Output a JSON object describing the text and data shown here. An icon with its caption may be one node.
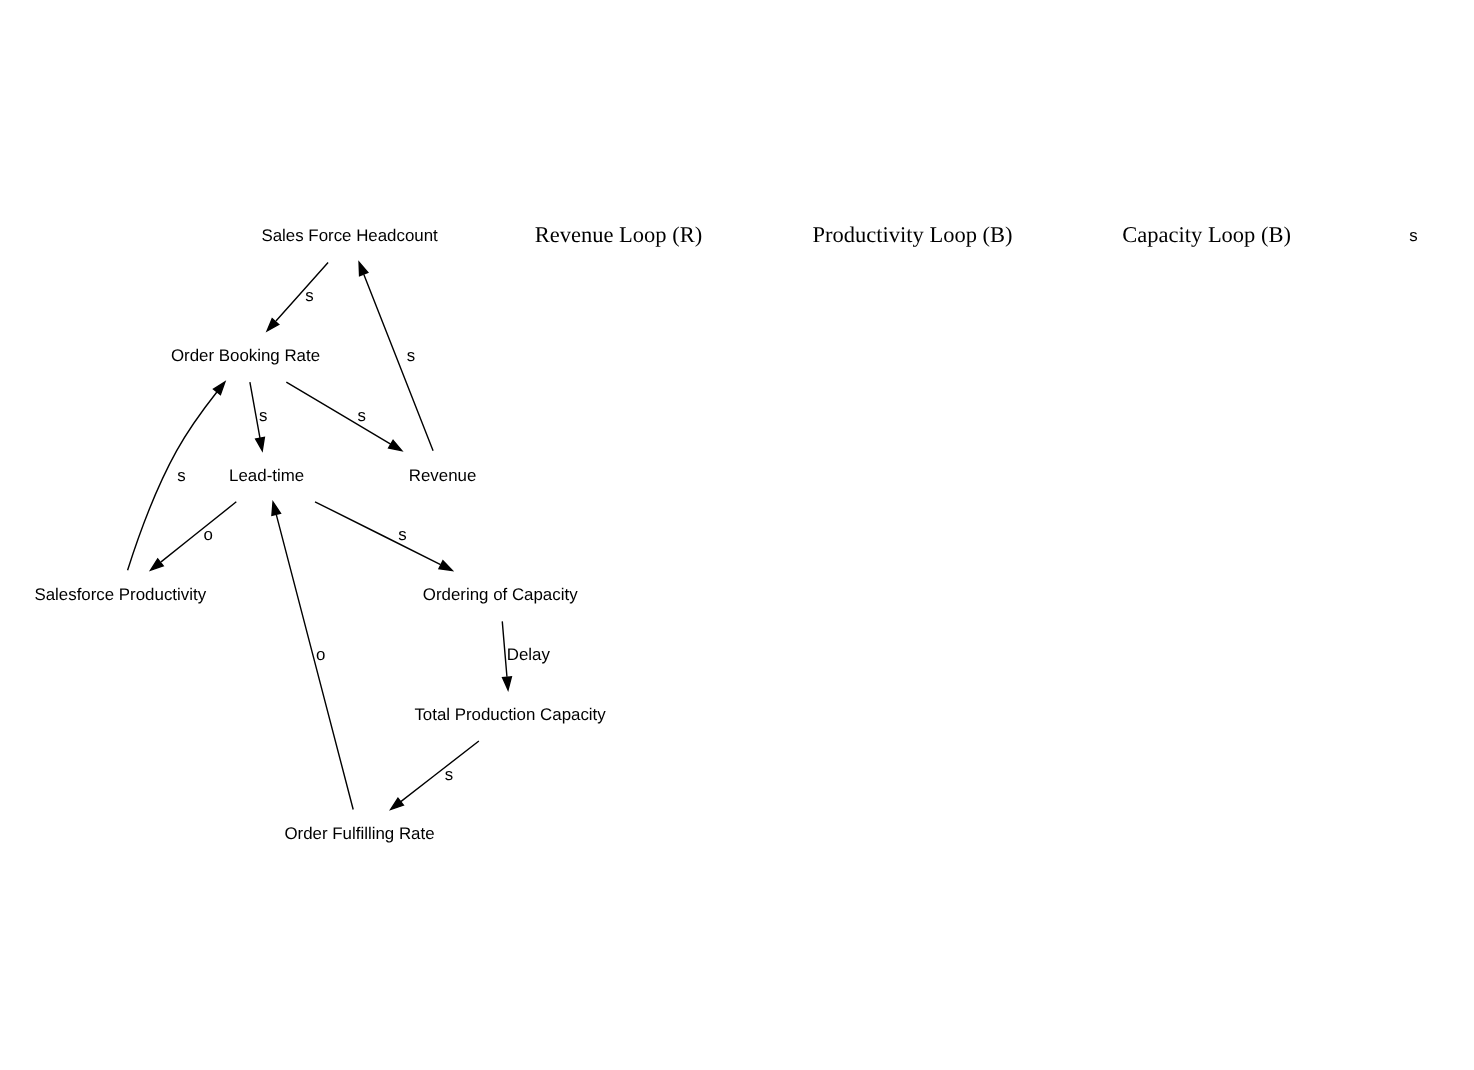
{
  "diagram": {
    "nodes": [
      {
        "text": [
          "Sales Force Headcount"
        ]
      },
      {
        "text": [
          "Salesforce Productivity"
        ]
      },
      {
        "text": [
          "Order Booking Rate"
        ]
      },
      {
        "text": [
          "Revenue"
        ]
      },
      {
        "text": [
          "Lead-time"
        ]
      },
      {
        "text": [
          "Ordering of Capacity"
        ]
      },
      {
        "text": [
          "Order Fulfilling Rate"
        ]
      },
      {
        "text": [
          "Total Production Capacity"
        ]
      }
    ],
    "edges": [
      {
        "from": 0,
        "to": 2,
        "arrow": "to",
        "label": "s"
      },
      {
        "from": 1,
        "to": 2,
        "arrow": "to",
        "label": "s"
      },
      {
        "from": 2,
        "to": 3,
        "arrow": "to",
        "label": "s"
      },
      {
        "from": 3,
        "to": 0,
        "arrow": "to",
        "label": "s"
      },
      {
        "from": 2,
        "to": 4,
        "arrow": "to",
        "label": "s"
      },
      {
        "from": 4,
        "to": 1,
        "arrow": "to",
        "label": "o"
      },
      {
        "from": 4,
        "to": 5,
        "arrow": "to",
        "label": "s"
      },
      {
        "from": 5,
        "to": 7,
        "arrow": "to",
        "label": "Delay"
      },
      {
        "from": 7,
        "to": 6,
        "arrow": "to",
        "label": "s"
      },
      {
        "from": 6,
        "to": 4,
        "arrow": "to",
        "label": "o"
      }
    ],
    "labels": [
      "Revenue Loop (R)",
      "Productivity Loop (B)",
      "Capacity Loop (B)",
      "s"
    ]
  }
}
